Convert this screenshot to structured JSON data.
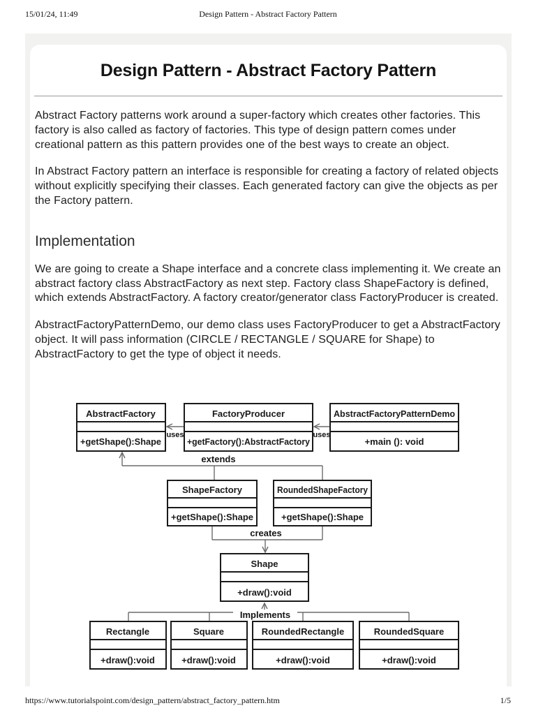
{
  "print_header": {
    "datetime": "15/01/24, 11:49",
    "title": "Design Pattern - Abstract Factory Pattern"
  },
  "print_footer": {
    "url": "https://www.tutorialspoint.com/design_pattern/abstract_factory_pattern.htm",
    "page_indicator": "1/5"
  },
  "article": {
    "title": "Design Pattern - Abstract Factory Pattern",
    "intro_paragraphs": [
      "Abstract Factory patterns work around a super-factory which creates other factories. This factory is also called as factory of factories. This type of design pattern comes under creational pattern as this pattern provides one of the best ways to create an object.",
      "In Abstract Factory pattern an interface is responsible for creating a factory of related objects without explicitly specifying their classes. Each generated factory can give the objects as per the Factory pattern."
    ],
    "section": {
      "heading": "Implementation",
      "paragraphs": [
        "We are going to create a Shape interface and a concrete class implementing it. We create an abstract factory class AbstractFactory as next step. Factory class ShapeFactory is defined, which extends AbstractFactory. A factory creator/generator class FactoryProducer is created.",
        "AbstractFactoryPatternDemo, our demo class uses FactoryProducer to get a AbstractFactory object. It will pass information (CIRCLE / RECTANGLE / SQUARE for Shape) to AbstractFactory to get the type of object it needs."
      ]
    }
  },
  "diagram": {
    "type": "uml-class-diagram",
    "classes": {
      "abstractFactory": {
        "name": "AbstractFactory",
        "method": "+getShape():Shape"
      },
      "factoryProducer": {
        "name": "FactoryProducer",
        "method": "+getFactory():AbstractFactory"
      },
      "demo": {
        "name": "AbstractFactoryPatternDemo",
        "method": "+main (): void"
      },
      "shapeFactory": {
        "name": "ShapeFactory",
        "method": "+getShape():Shape"
      },
      "roundedShapeFactory": {
        "name": "RoundedShapeFactory",
        "method": "+getShape():Shape"
      },
      "shape": {
        "name": "Shape",
        "method": "+draw():void"
      },
      "rectangle": {
        "name": "Rectangle",
        "method": "+draw():void"
      },
      "square": {
        "name": "Square",
        "method": "+draw():void"
      },
      "roundedRectangle": {
        "name": "RoundedRectangle",
        "method": "+draw():void"
      },
      "roundedSquare": {
        "name": "RoundedSquare",
        "method": "+draw():void"
      }
    },
    "relations": {
      "uses_left": "uses",
      "uses_right": "uses",
      "extends": "extends",
      "creates": "creates",
      "implements": "Implements"
    }
  },
  "colors": {
    "content_bg": "#f2f2f1",
    "card_bg": "#ffffff",
    "box_border": "#1a1a1a",
    "connector": "#6b6b6b",
    "divider": "#9b9b9b"
  }
}
